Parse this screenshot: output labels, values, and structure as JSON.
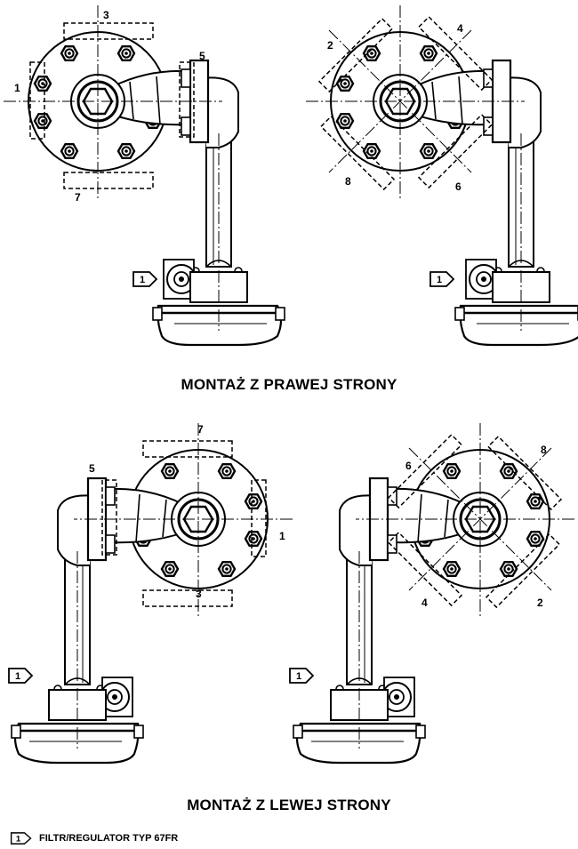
{
  "captions": {
    "right_mount": "MONTAŻ Z PRAWEJ STRONY",
    "left_mount": "MONTAŻ Z LEWEJ STRONY"
  },
  "legend": {
    "number": "1",
    "text": "FILTR/REGULATOR TYP 67FR"
  },
  "tag_number": "1",
  "views": {
    "top_left": {
      "positions": [
        "3",
        "1",
        "5",
        "7"
      ]
    },
    "top_right": {
      "positions": [
        "2",
        "4",
        "8",
        "6"
      ]
    },
    "bottom_left": {
      "positions": [
        "7",
        "5",
        "1",
        "3"
      ]
    },
    "bottom_right": {
      "positions": [
        "6",
        "8",
        "4",
        "2"
      ]
    }
  }
}
